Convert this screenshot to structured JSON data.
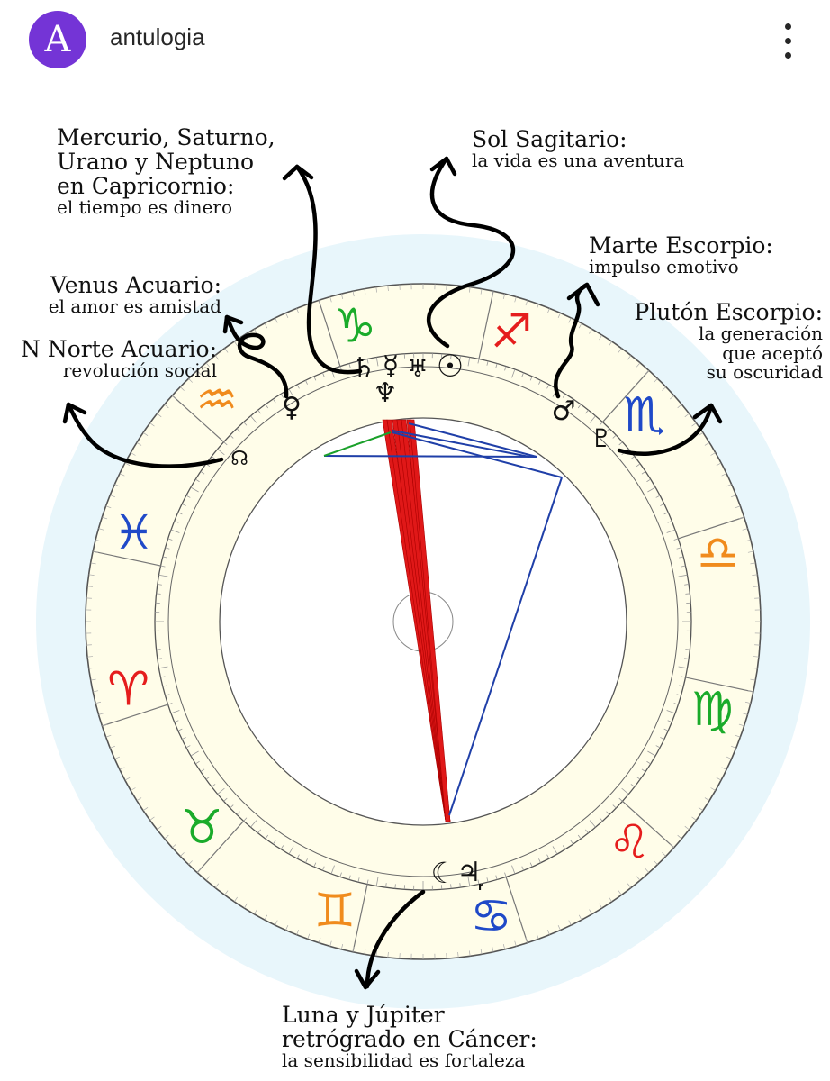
{
  "profile": {
    "avatar_letter": "A",
    "username": "antulogia",
    "avatar_color": "#7434d6"
  },
  "annotations": {
    "mercurio": {
      "title_lines": [
        "Mercurio, Saturno,",
        "Urano y Neptuno",
        "en Capricornio:"
      ],
      "subtitle": "el tiempo es dinero"
    },
    "sol": {
      "title": "Sol Sagitario:",
      "subtitle": "la vida es una aventura"
    },
    "marte": {
      "title": "Marte Escorpio:",
      "subtitle": "impulso emotivo"
    },
    "pluton": {
      "title": "Plutón Escorpio:",
      "subtitle_lines": [
        "la generación",
        "que aceptó",
        "su oscuridad"
      ]
    },
    "venus": {
      "title": "Venus Acuario:",
      "subtitle": "el amor es amistad"
    },
    "nodo": {
      "title": "N Norte Acuario:",
      "subtitle": "revolución social"
    },
    "luna": {
      "title_lines": [
        "Luna y Júpiter",
        "retrógrado en Cáncer:"
      ],
      "subtitle": "la sensibilidad es fortaleza"
    }
  },
  "chart": {
    "zodiac_signs": [
      {
        "name": "capricorn",
        "glyph": "♑",
        "color": "#1aab2a"
      },
      {
        "name": "sagittarius",
        "glyph": "♐",
        "color": "#e51d1d"
      },
      {
        "name": "scorpio",
        "glyph": "♏",
        "color": "#1f49c8"
      },
      {
        "name": "libra",
        "glyph": "♎",
        "color": "#f08b1d"
      },
      {
        "name": "virgo",
        "glyph": "♍",
        "color": "#1aab2a"
      },
      {
        "name": "leo",
        "glyph": "♌",
        "color": "#e51d1d"
      },
      {
        "name": "cancer",
        "glyph": "♋",
        "color": "#1f49c8"
      },
      {
        "name": "gemini",
        "glyph": "♊",
        "color": "#f08b1d"
      },
      {
        "name": "taurus",
        "glyph": "♉",
        "color": "#1aab2a"
      },
      {
        "name": "aries",
        "glyph": "♈",
        "color": "#e51d1d"
      },
      {
        "name": "pisces",
        "glyph": "♓",
        "color": "#1f49c8"
      },
      {
        "name": "aquarius",
        "glyph": "♒",
        "color": "#f08b1d"
      }
    ],
    "planets": [
      {
        "name": "sun",
        "glyph": "☉"
      },
      {
        "name": "mercury",
        "glyph": "☿"
      },
      {
        "name": "saturn",
        "glyph": "♄"
      },
      {
        "name": "uranus",
        "glyph": "♅"
      },
      {
        "name": "neptune",
        "glyph": "♆"
      },
      {
        "name": "venus",
        "glyph": "♀"
      },
      {
        "name": "mars",
        "glyph": "♂"
      },
      {
        "name": "pluto",
        "glyph": "♇"
      },
      {
        "name": "north-node",
        "glyph": "☊"
      },
      {
        "name": "moon",
        "glyph": "☾"
      },
      {
        "name": "jupiter",
        "glyph": "♃"
      },
      {
        "name": "jupiter-retrograde-mark",
        "glyph": "r"
      }
    ],
    "colors": {
      "halo": "#e8f6fb",
      "band": "#fffde9",
      "aspect_red": "#e01818",
      "aspect_blue": "#1f3fa8",
      "aspect_green": "#1aa02a"
    }
  }
}
